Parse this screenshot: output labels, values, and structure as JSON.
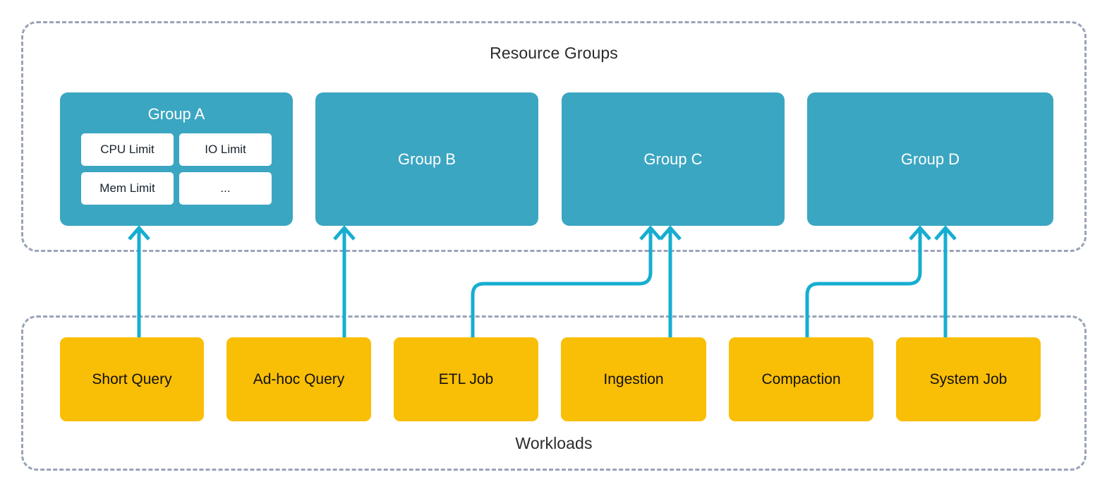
{
  "diagram": {
    "title_top": "Resource Groups",
    "title_bottom": "Workloads",
    "colors": {
      "group_fill": "#3BA6C2",
      "workload_fill": "#F9BE06",
      "arrow": "#16AED0",
      "zone_border": "#9AA3B8",
      "chip_fill": "#FFFFFF",
      "chip_text": "#16232E",
      "group_text": "#FFFFFF",
      "workload_text": "#111111",
      "title_text": "#2B2B2B"
    }
  },
  "resource_groups": [
    {
      "id": "group-a",
      "label": "Group A",
      "limits": [
        {
          "label": "CPU Limit"
        },
        {
          "label": "IO Limit"
        },
        {
          "label": "Mem Limit"
        },
        {
          "label": "..."
        }
      ]
    },
    {
      "id": "group-b",
      "label": "Group B",
      "limits": []
    },
    {
      "id": "group-c",
      "label": "Group C",
      "limits": []
    },
    {
      "id": "group-d",
      "label": "Group D",
      "limits": []
    }
  ],
  "workloads": [
    {
      "id": "short-query",
      "label": "Short Query"
    },
    {
      "id": "adhoc-query",
      "label": "Ad-hoc Query"
    },
    {
      "id": "etl-job",
      "label": "ETL Job"
    },
    {
      "id": "ingestion",
      "label": "Ingestion"
    },
    {
      "id": "compaction",
      "label": "Compaction"
    },
    {
      "id": "system-job",
      "label": "System Job"
    }
  ],
  "connections": [
    {
      "from": "short-query",
      "to": "group-a",
      "style": "straight"
    },
    {
      "from": "adhoc-query",
      "to": "group-b",
      "style": "straight"
    },
    {
      "from": "etl-job",
      "to": "group-c",
      "style": "elbow-right"
    },
    {
      "from": "ingestion",
      "to": "group-c",
      "style": "straight"
    },
    {
      "from": "compaction",
      "to": "group-d",
      "style": "elbow-right"
    },
    {
      "from": "system-job",
      "to": "group-d",
      "style": "straight"
    }
  ]
}
